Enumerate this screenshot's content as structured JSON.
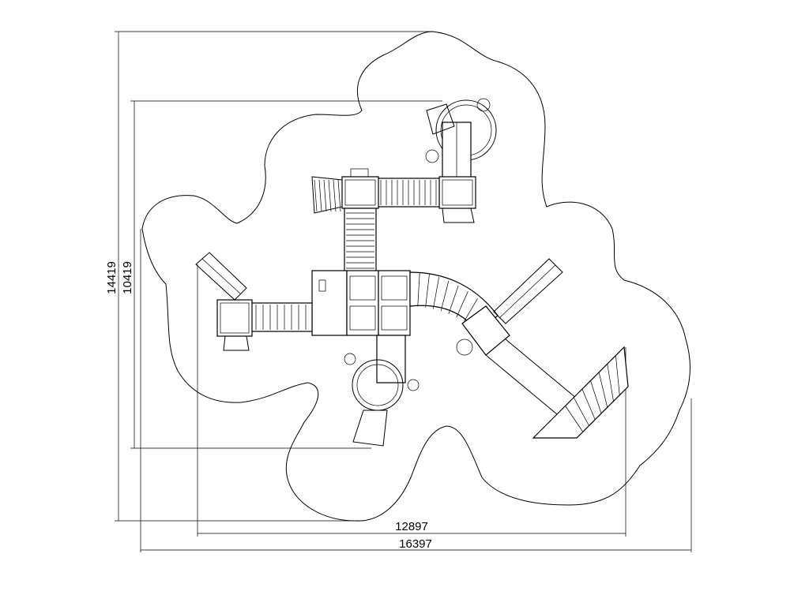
{
  "dimensions": {
    "overall_width": "16397",
    "inner_width": "12897",
    "overall_height": "14419",
    "inner_height": "10419"
  },
  "colors": {
    "line": "#000000",
    "background": "#ffffff"
  }
}
